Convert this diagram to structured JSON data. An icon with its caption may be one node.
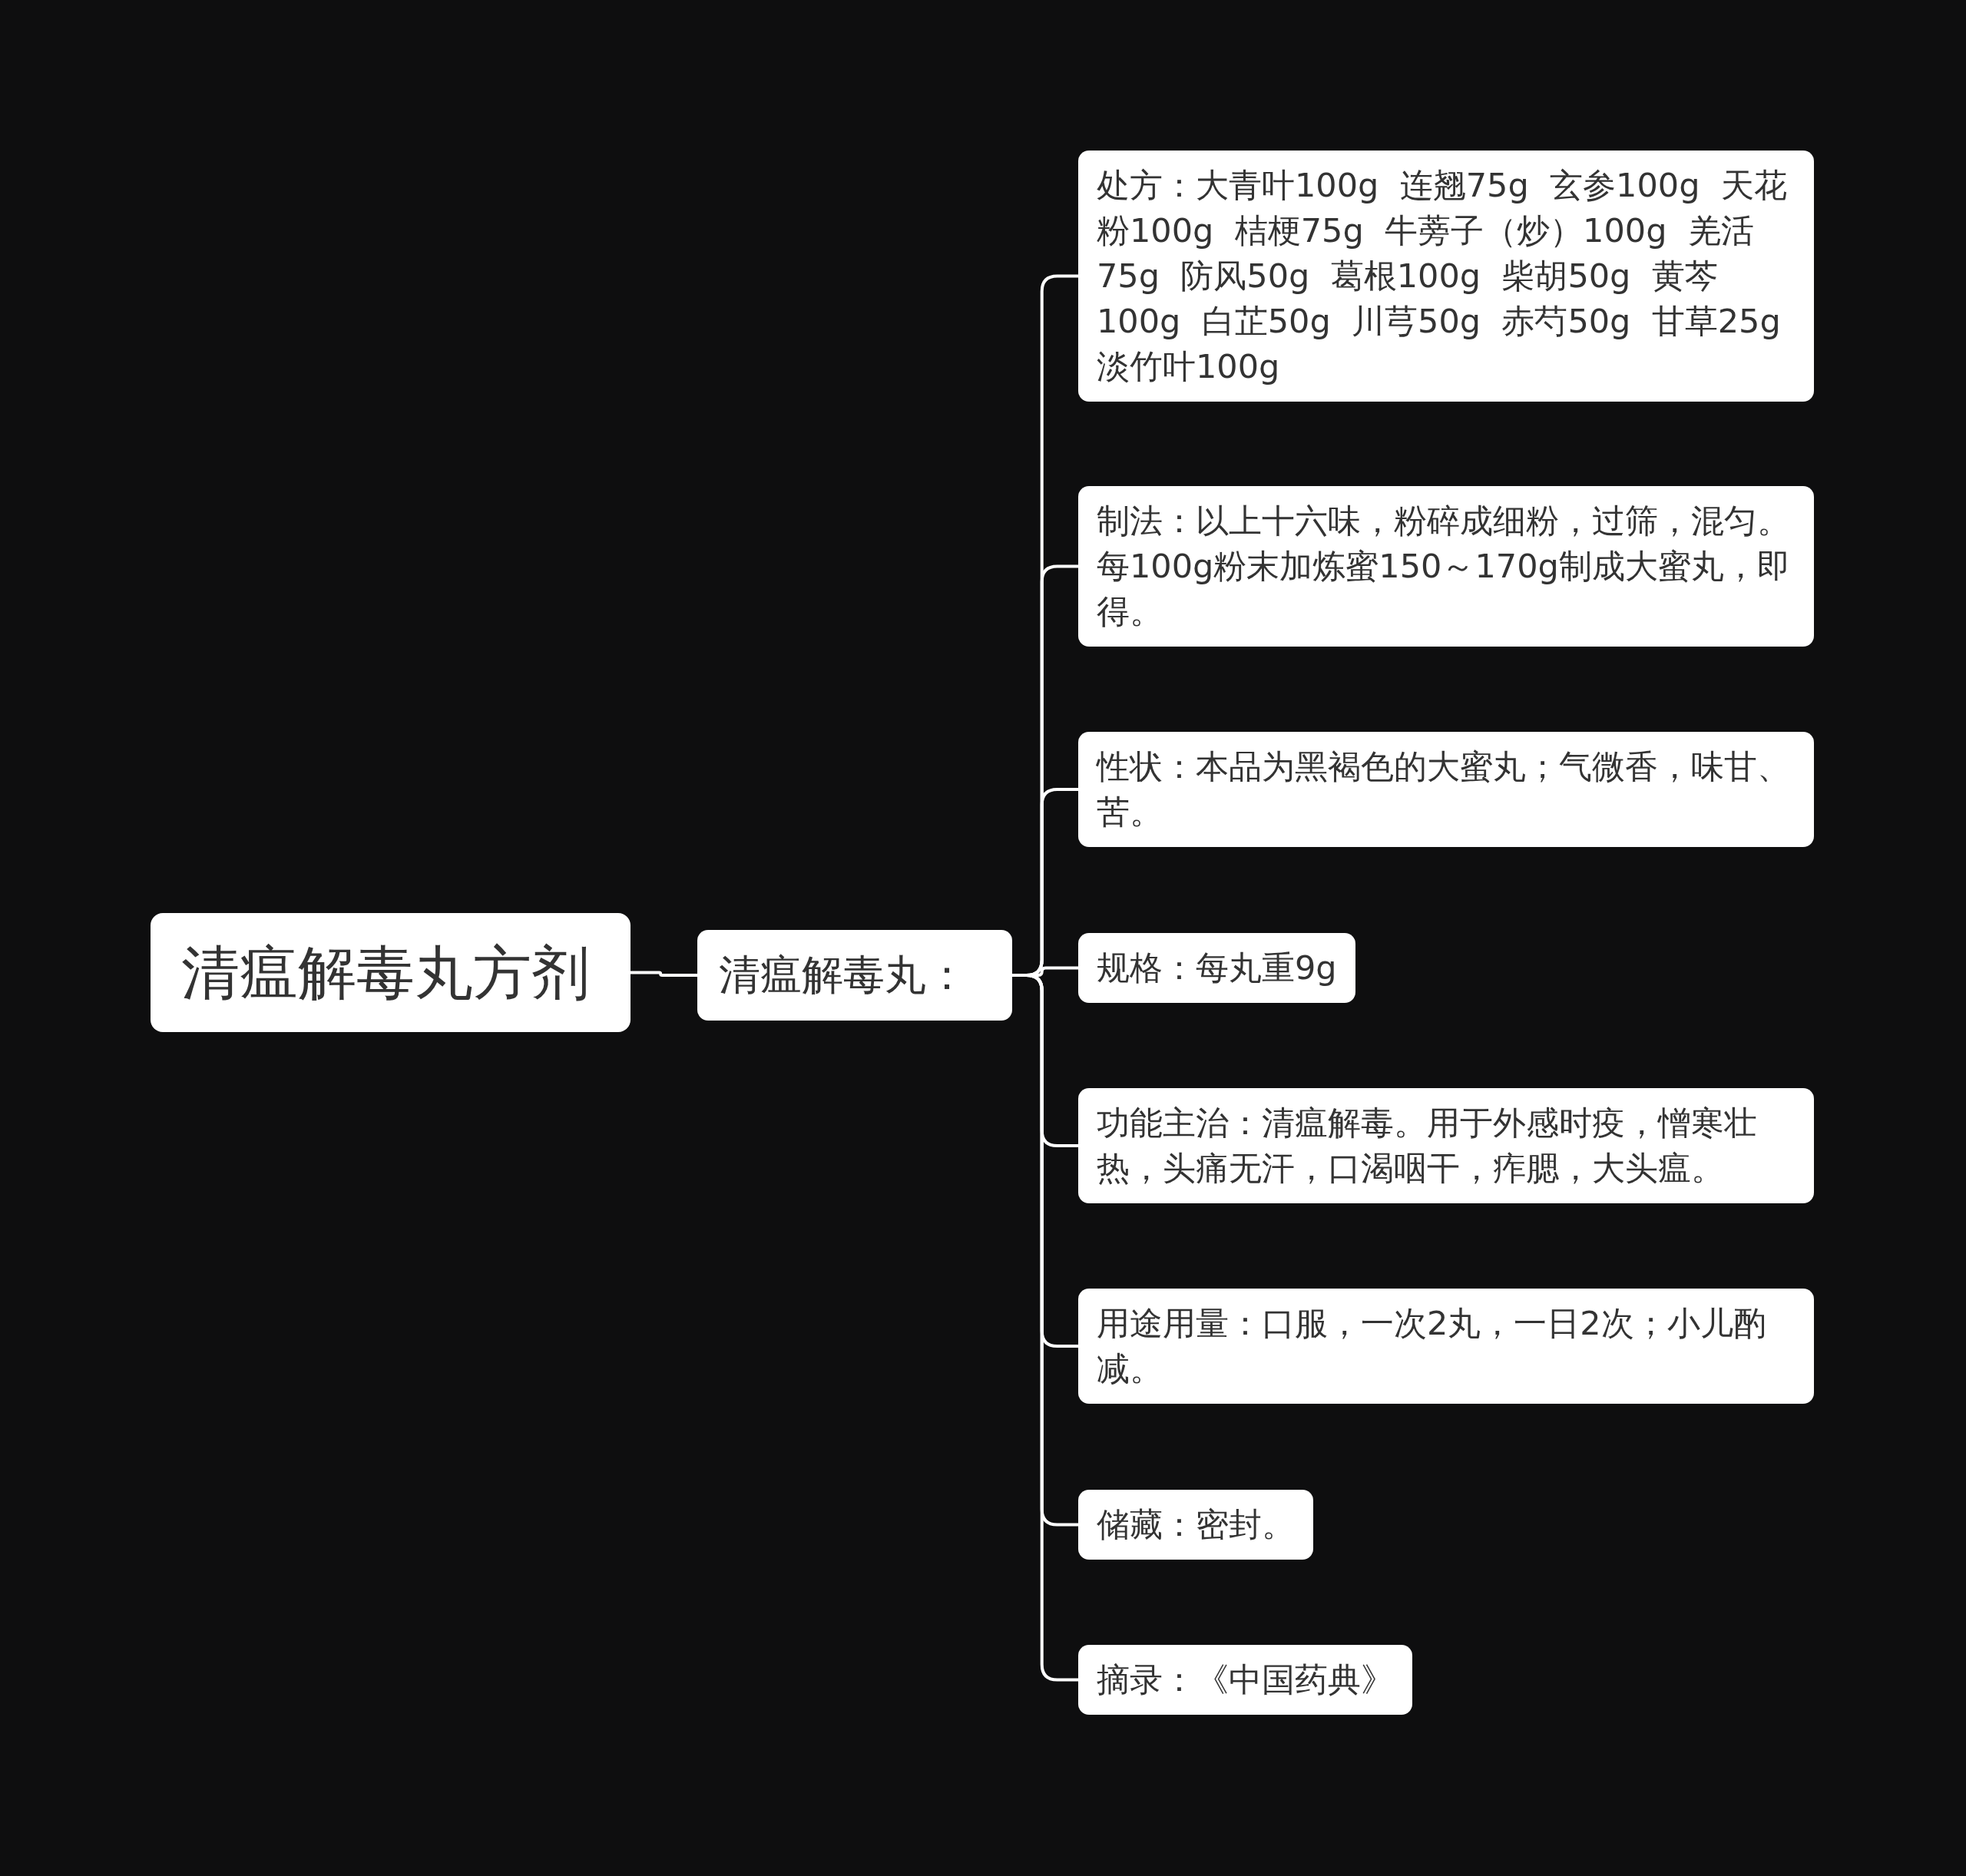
{
  "diagram": {
    "nodes": [
      {
        "text": [
          "清瘟解毒丸方剂"
        ]
      },
      {
        "text": [
          "清瘟解毒丸："
        ]
      },
      {
        "text": [
          "处方：大青叶100g  连翘75g  玄参100g  天花粉100g  桔梗75g  牛蒡子（炒）100g  羌活75g  防风50g  葛根100g  柴胡50g  黄芩100g  白芷50g  川芎50g  赤芍50g  甘草25g  淡竹叶100g"
        ]
      },
      {
        "text": [
          "制法：以上十六味，粉碎成细粉，过筛，混匀。每100g粉末加炼蜜150～170g制成大蜜丸，即得。"
        ]
      },
      {
        "text": [
          "性状：本品为黑褐色的大蜜丸；气微香，味甘、苦。"
        ]
      },
      {
        "text": [
          "规格：每丸重9g"
        ]
      },
      {
        "text": [
          "功能主治：清瘟解毒。用于外感时疫，憎寒壮热，头痛无汗，口渴咽干，痄腮，大头瘟。"
        ]
      },
      {
        "text": [
          "用途用量：口服，一次2丸，一日2次；小儿酌减。"
        ]
      },
      {
        "text": [
          "储藏：密封。"
        ]
      },
      {
        "text": [
          "摘录：《中国药典》"
        ]
      }
    ],
    "edges": [
      {
        "from": 0,
        "to": 1,
        "arrow": "none"
      },
      {
        "from": 1,
        "to": 2,
        "arrow": "none"
      },
      {
        "from": 1,
        "to": 3,
        "arrow": "none"
      },
      {
        "from": 1,
        "to": 4,
        "arrow": "none"
      },
      {
        "from": 1,
        "to": 5,
        "arrow": "none"
      },
      {
        "from": 1,
        "to": 6,
        "arrow": "none"
      },
      {
        "from": 1,
        "to": 7,
        "arrow": "none"
      },
      {
        "from": 1,
        "to": 8,
        "arrow": "none"
      },
      {
        "from": 1,
        "to": 9,
        "arrow": "none"
      }
    ]
  }
}
